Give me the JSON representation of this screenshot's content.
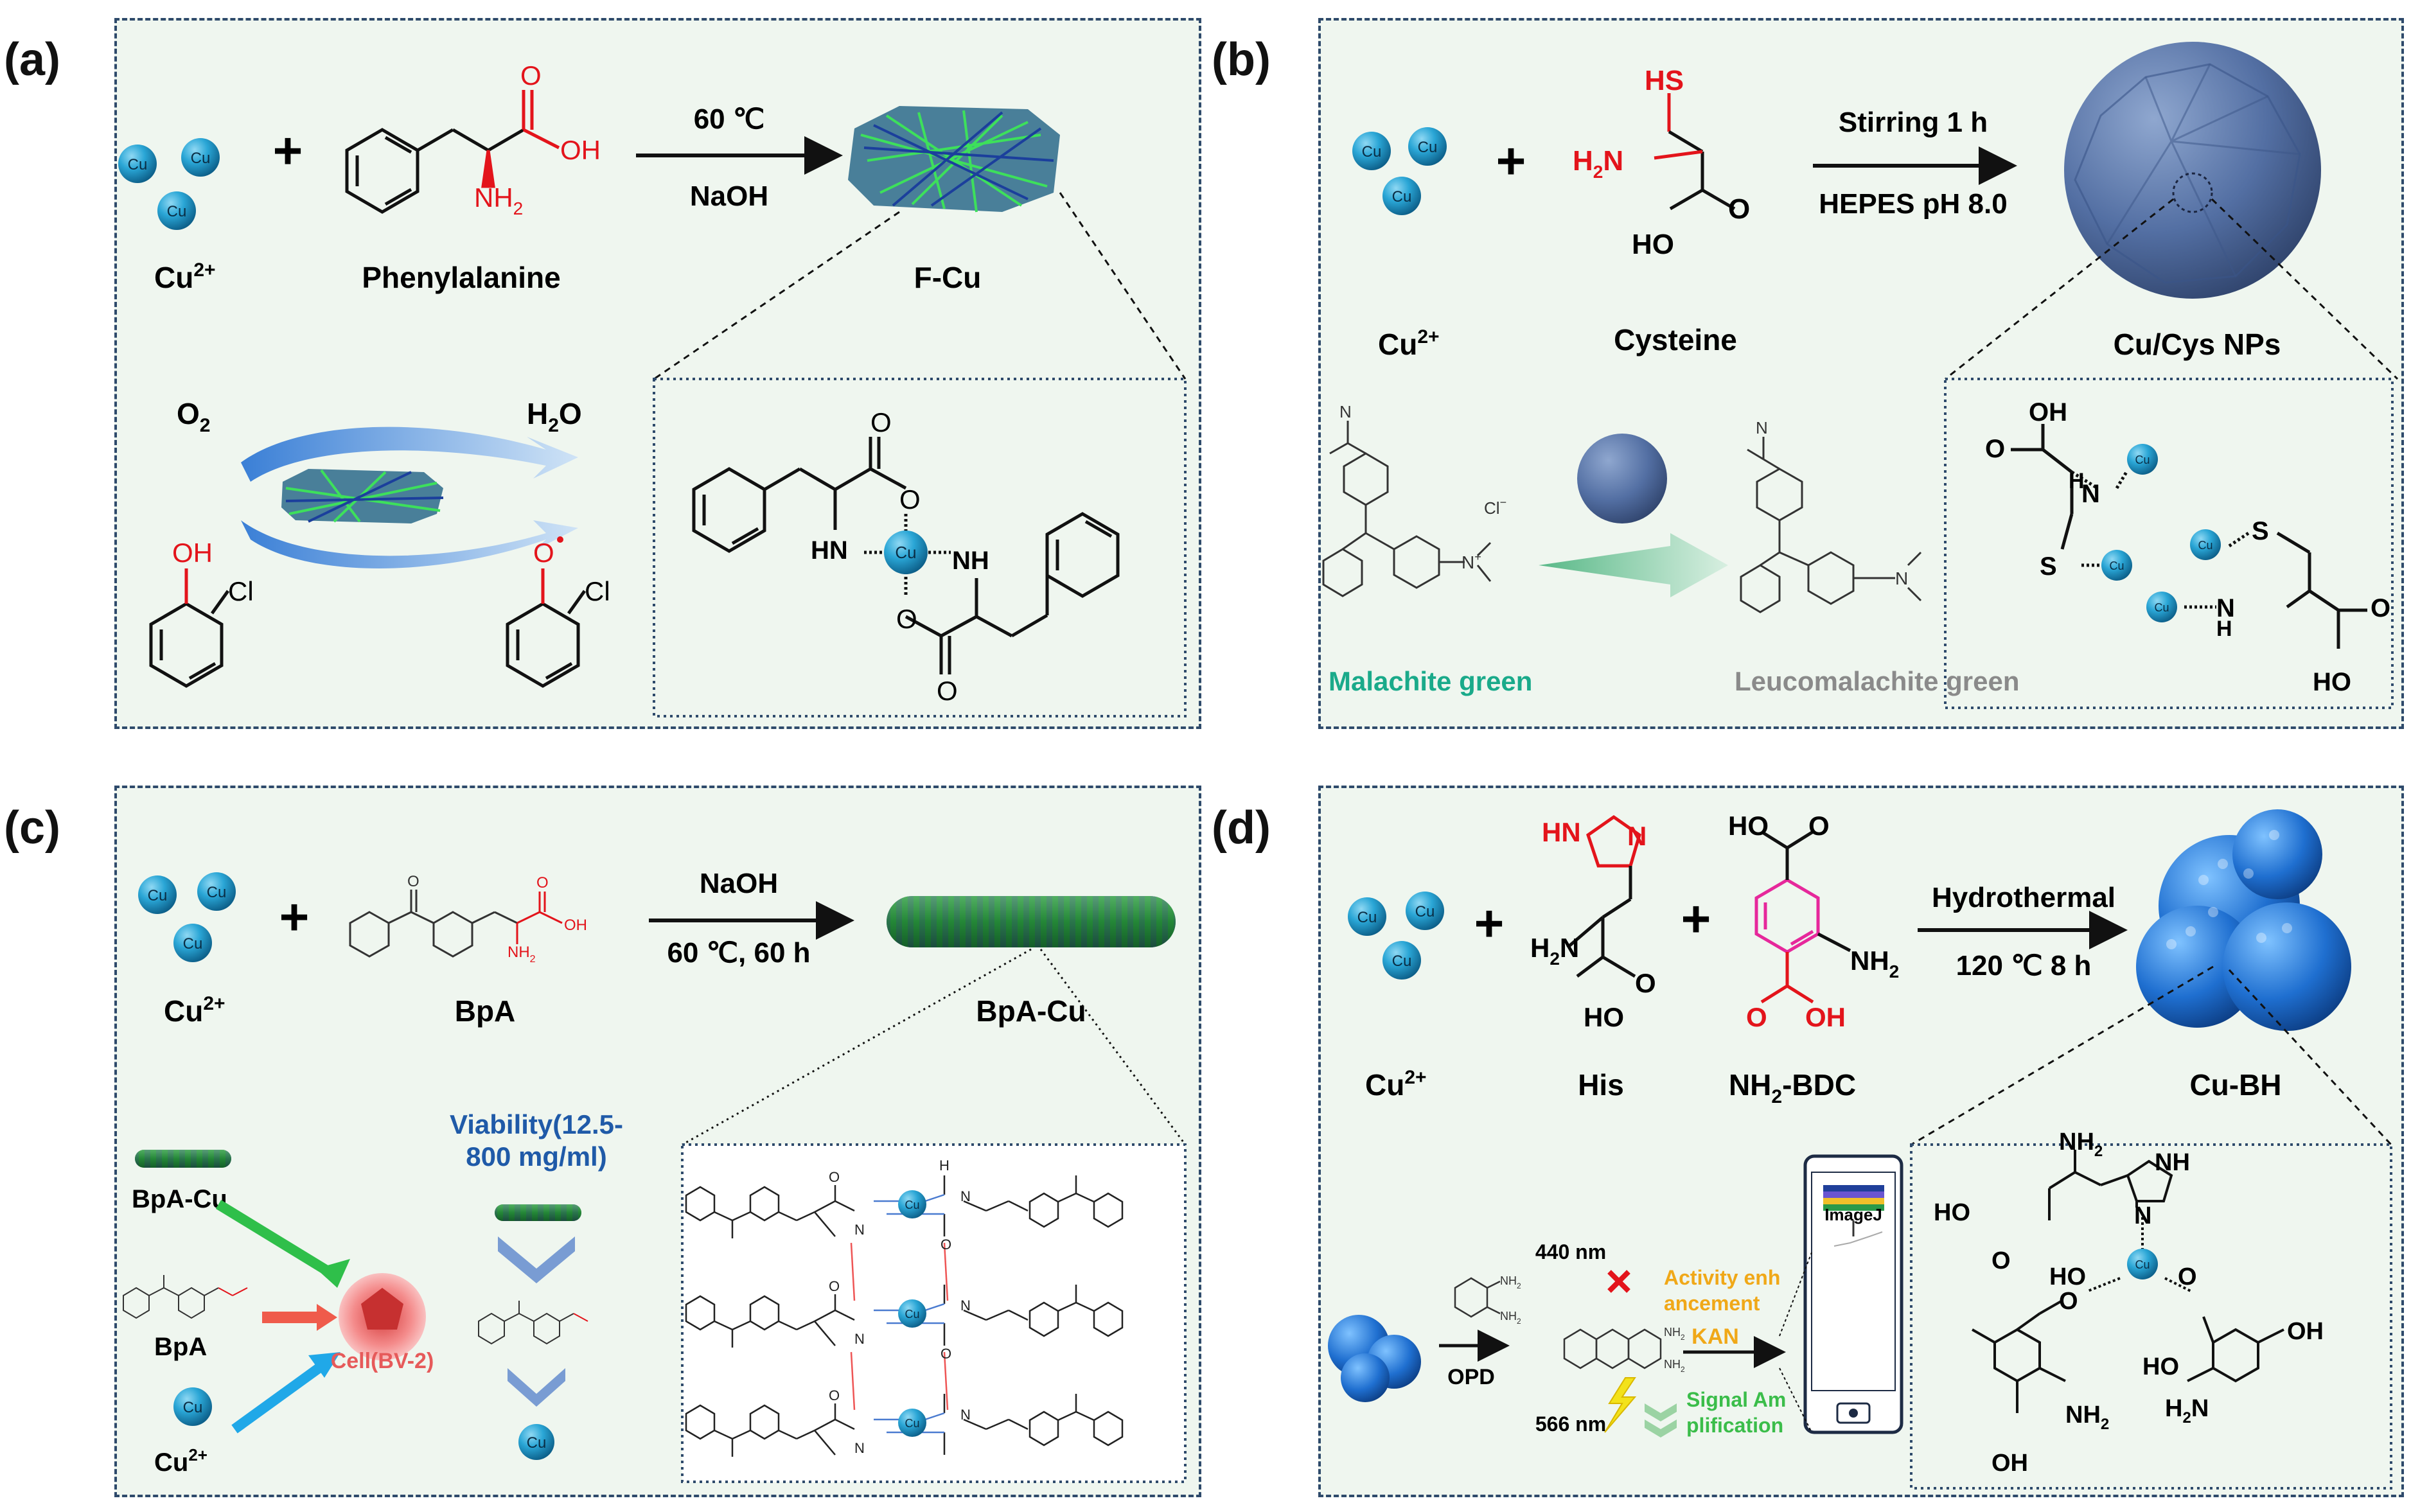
{
  "panels": {
    "a": {
      "label": "(a)",
      "cu_ion": "Cu",
      "cu_label": "Cu",
      "cu_charge": "2+",
      "plus": "+",
      "amino_acid": "Phenylalanine",
      "condition_top": "60 ℃",
      "condition_bottom": "NaOH",
      "product": "F-Cu",
      "o2_base": "O",
      "o2_sub": "2",
      "h2o_h": "H",
      "h2o_sub": "2",
      "h2o_o": "O",
      "oh": "OH",
      "nh2": "NH",
      "nh2_sub": "2",
      "o": "O",
      "cl": "Cl",
      "hn": "HN",
      "nh": "NH"
    },
    "b": {
      "label": "(b)",
      "cu_ion": "Cu",
      "cu_label": "Cu",
      "cu_charge": "2+",
      "plus": "+",
      "amino_acid": "Cysteine",
      "sh": "HS",
      "h2n": "H",
      "h2n_sub": "2",
      "h2n_n": "N",
      "ho": "HO",
      "o": "O",
      "condition_top": "Stirring 1 h",
      "condition_bottom": "HEPES pH 8.0",
      "product": "Cu/Cys NPs",
      "oh": "OH",
      "s": "S",
      "h": "H",
      "n": "N",
      "cl_minus": "Cl",
      "minus": "−",
      "n_plus": "N",
      "plus_sup": "+",
      "dye_in": "Malachite green",
      "dye_out": "Leucomalachite green"
    },
    "c": {
      "label": "(c)",
      "cu_ion": "Cu",
      "cu_label": "Cu",
      "cu_charge": "2+",
      "plus": "+",
      "amino_acid": "BpA",
      "condition_top": "NaOH",
      "condition_bottom": "60 ℃,  60 h",
      "product": "BpA-Cu",
      "oh": "OH",
      "nh2": "NH",
      "nh2_sub": "2",
      "viability_1": "Viability(12.5-",
      "viability_2": "800 mg/ml)",
      "cell": "Cell(BV-2)",
      "legend_bpacu": "BpA-Cu",
      "legend_bpa": "BpA",
      "n": "N",
      "o": "O",
      "h": "H"
    },
    "d": {
      "label": "(d)",
      "cu_ion": "Cu",
      "cu_label": "Cu",
      "cu_charge": "2+",
      "plus": "+",
      "amino_acid": "His",
      "linker_nh2": "NH",
      "linker_sub": "2",
      "linker_bdc": "-BDC",
      "condition_top": "Hydrothermal",
      "condition_bottom": "120 ℃ 8 h",
      "product": "Cu-BH",
      "hn": "HN",
      "n": "N",
      "h2n": "H",
      "h2n_sub": "2",
      "h2n_n": "N",
      "ho": "HO",
      "o": "O",
      "oh": "OH",
      "nh2": "NH",
      "nh2_sub": "2",
      "nh": "NH",
      "nm440": "440 nm",
      "nm566": "566 nm",
      "opd": "OPD",
      "kan": "KAN",
      "activity_1": "Activity enh",
      "activity_2": "ancement",
      "signal_1": "Signal Am",
      "signal_2": "plification",
      "imagej": "ImageJ"
    }
  },
  "colors": {
    "panel_bg": "#eff6ef",
    "panel_border": "#2e4a6b",
    "cu_sphere": "#1e9fd0",
    "heteroatom_red": "#e3141b",
    "magenta_ring": "#e6289b",
    "malachite_green": "#1aaa8a",
    "leuco_gray": "#8a8a8a",
    "viability_blue": "#1f5aa8",
    "activity_orange": "#f0a818",
    "signal_green": "#3bbd4a",
    "cell_pink": "#e65a5a",
    "bpa_cu_green": "#2fbf4a",
    "bpa_red": "#ef5b4b",
    "cu_blue_arrow": "#20a8e8"
  }
}
